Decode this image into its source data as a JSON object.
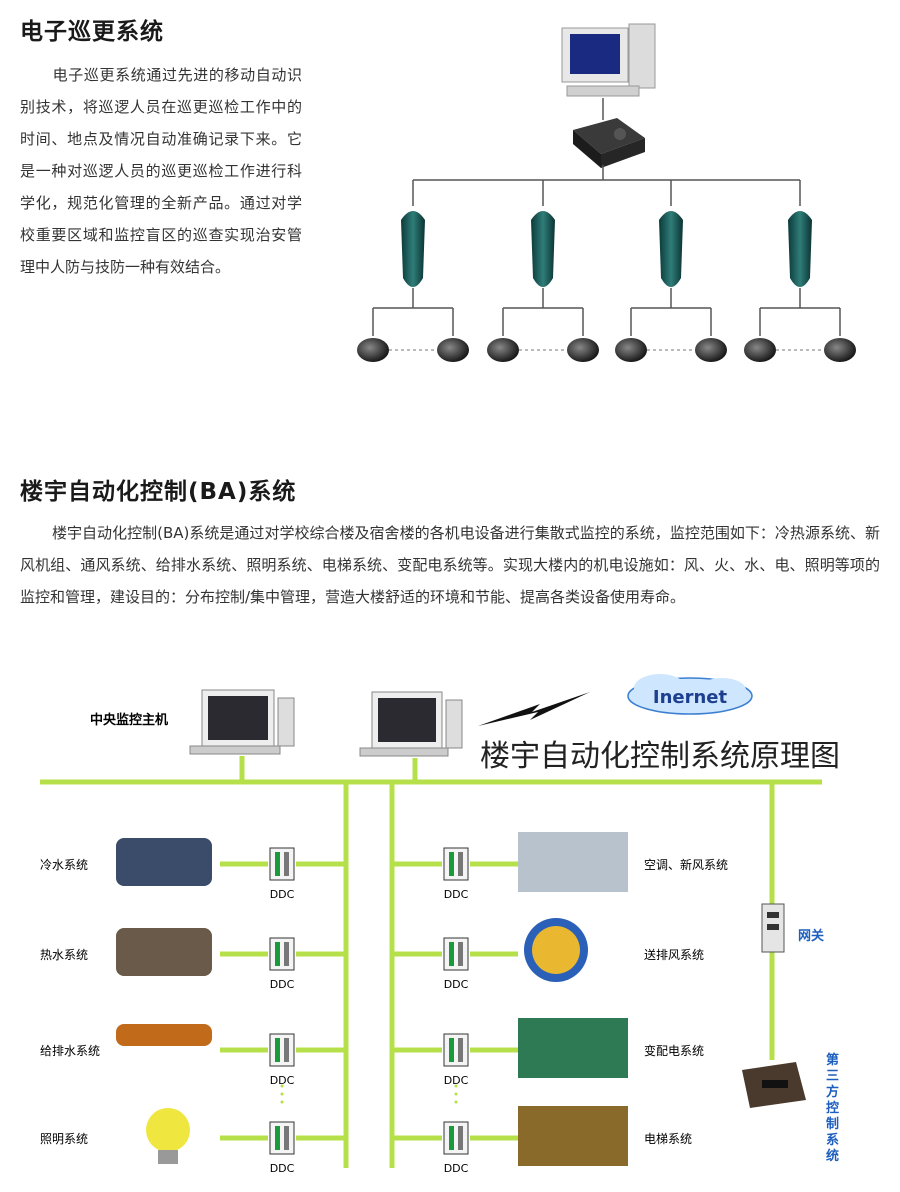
{
  "section1": {
    "title": "电子巡更系统",
    "paragraph": "电子巡更系统通过先进的移动自动识别技术，将巡逻人员在巡更巡检工作中的时间、地点及情况自动准确记录下来。它是一种对巡逻人员的巡更巡检工作进行科学化，规范化管理的全新产品。通过对学校重要区域和监控盲区的巡查实现治安管理中人防与技防一种有效结合。"
  },
  "section2": {
    "title": "楼宇自动化控制(BA)系统",
    "paragraph": "楼宇自动化控制(BA)系统是通过对学校综合楼及宿舍楼的各机电设备进行集散式监控的系统，监控范围如下：冷热源系统、新风机组、通风系统、给排水系统、照明系统、电梯系统、变配电系统等。实现大楼内的机电设施如：风、火、水、电、照明等项的监控和管理，建设目的：分布控制/集中管理，营造大楼舒适的环境和节能、提高各类设备使用寿命。"
  },
  "diagram": {
    "title": "楼宇自动化控制系统原理图",
    "host_label": "中央监控主机",
    "internet_label": "Inernet",
    "gateway_label": "网关",
    "third_party_label": "第三方控制系统",
    "ddc_label": "DDC",
    "left_systems": [
      "冷水系统",
      "热水系统",
      "给排水系统",
      "照明系统"
    ],
    "right_systems": [
      "空调、新风系统",
      "送排风系统",
      "变配电系统",
      "电梯系统"
    ],
    "colors": {
      "bus": "#b5e04a",
      "title": "#222222",
      "accent_blue": "#1d5fbf"
    }
  }
}
